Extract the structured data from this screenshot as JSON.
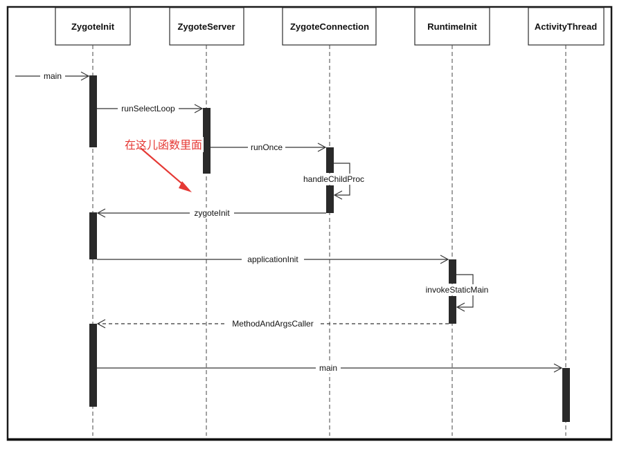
{
  "lifelines": [
    {
      "id": "zygoteinit",
      "label": "ZygoteInit"
    },
    {
      "id": "zygoteserver",
      "label": "ZygoteServer"
    },
    {
      "id": "zygoteconnection",
      "label": "ZygoteConnection"
    },
    {
      "id": "runtimeinit",
      "label": "RuntimeInit"
    },
    {
      "id": "activitythread",
      "label": "ActivityThread"
    }
  ],
  "messages": [
    {
      "label": "main",
      "from": "external",
      "to": "zygoteinit",
      "style": "solid"
    },
    {
      "label": "runSelectLoop",
      "from": "zygoteinit",
      "to": "zygoteserver",
      "style": "solid"
    },
    {
      "label": "runOnce",
      "from": "zygoteserver",
      "to": "zygoteconnection",
      "style": "solid"
    },
    {
      "label": "handleChildProc",
      "from": "zygoteconnection",
      "to": "zygoteconnection",
      "style": "self"
    },
    {
      "label": "zygoteInit",
      "from": "zygoteconnection",
      "to": "zygoteinit",
      "style": "solid"
    },
    {
      "label": "applicationInit",
      "from": "zygoteinit",
      "to": "runtimeinit",
      "style": "solid"
    },
    {
      "label": "invokeStaticMain",
      "from": "runtimeinit",
      "to": "runtimeinit",
      "style": "self"
    },
    {
      "label": "MethodAndArgsCaller",
      "from": "runtimeinit",
      "to": "zygoteinit",
      "style": "dashed"
    },
    {
      "label": "main",
      "from": "zygoteinit",
      "to": "activitythread",
      "style": "solid"
    }
  ],
  "annotation": {
    "text": "在这儿函数里面",
    "color": "#e53935"
  },
  "colors": {
    "annotation": "#e53935",
    "activation": "#2a2a2a",
    "border": "#2b2b2b"
  }
}
